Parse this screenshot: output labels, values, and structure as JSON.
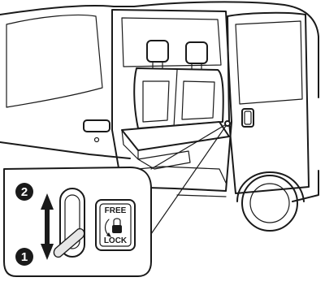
{
  "lock_label": {
    "free": "FREE",
    "lock": "LOCK"
  },
  "steps": [
    {
      "number": "1"
    },
    {
      "number": "2"
    }
  ],
  "icons": [
    "lever-icon",
    "padlock-icon",
    "double-arrow-icon"
  ]
}
